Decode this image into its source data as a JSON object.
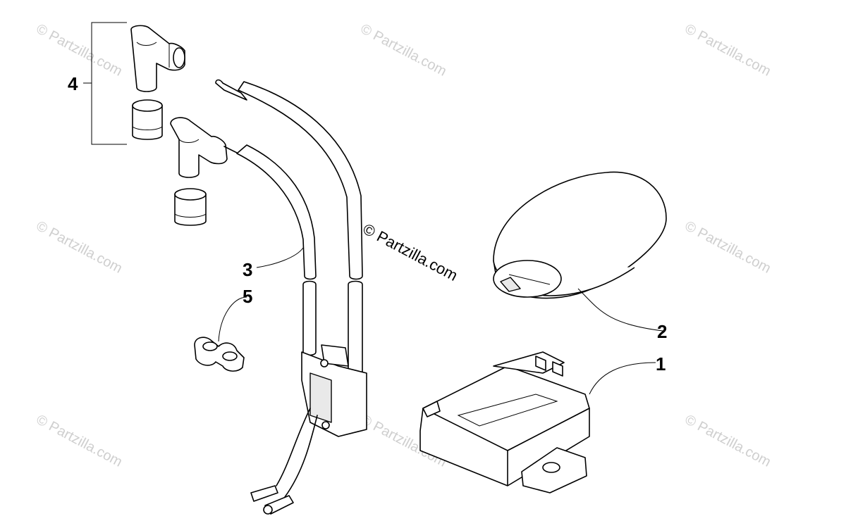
{
  "callouts": {
    "part_1": "1",
    "part_2": "2",
    "part_3": "3",
    "part_4": "4",
    "part_5": "5"
  },
  "watermark": {
    "text": "© Partzilla.com"
  },
  "colors": {
    "line": "#000000",
    "background": "#ffffff",
    "watermark": "#cfcfcf"
  }
}
